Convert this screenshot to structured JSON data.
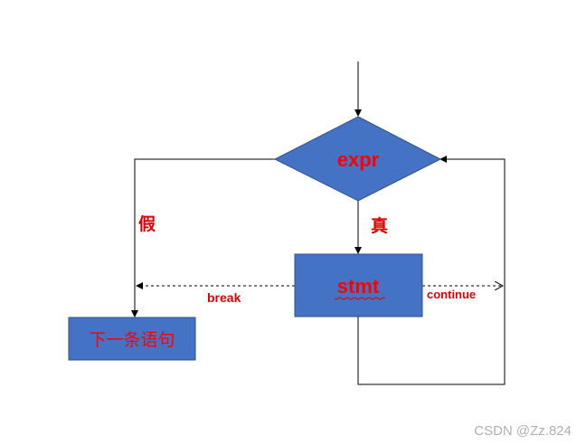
{
  "diagram": {
    "nodes": {
      "condition": {
        "text": "expr"
      },
      "statement": {
        "text": "stmt"
      },
      "next": {
        "text": "下一条语句"
      }
    },
    "edge_labels": {
      "false": "假",
      "true": "真",
      "break": "break",
      "continue": "continue"
    }
  },
  "watermark": "CSDN @Zz.824",
  "colors": {
    "shape_fill": "#4472c4",
    "shape_stroke": "#2f528f",
    "node_text": "#ff0000",
    "label_text": "#e00000",
    "line": "#000000",
    "watermark": "#b0b0b0"
  }
}
